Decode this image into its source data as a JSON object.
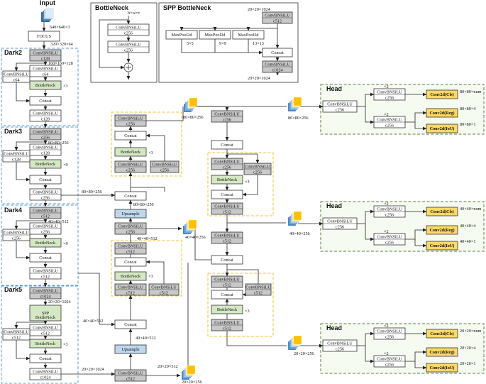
{
  "input": {
    "label": "Input",
    "dims": "640×640×3"
  },
  "focus": {
    "label": "FOCUS",
    "dims": "320×320×64"
  },
  "block_labels": {
    "cbs": "ConvBNSiLU",
    "bottleneck": "BottleNeck",
    "concat": "Concat",
    "upsample": "Upsample",
    "spp": "SPP",
    "maxpool": "MaxPool2d",
    "head_conv_cls": "Conv2d(Cls)",
    "head_conv_reg": "Conv2d(Reg)",
    "head_conv_iou": "Conv2d(IoU)"
  },
  "channels": {
    "c64": "c64",
    "c128": "c128",
    "c256": "c256",
    "c512": "c512",
    "c1024": "c1024"
  },
  "repeats": {
    "x3": "×3",
    "x9": "×9"
  },
  "titles": {
    "dark2": "Dark2",
    "dark3": "Dark3",
    "dark4": "Dark4",
    "dark5": "Dark5",
    "bottleneck_legend": "BottleNeck",
    "spp_legend": "SPP BottleNeck",
    "head": "Head"
  },
  "bottleneck_legend": {
    "dims": "h×w×c"
  },
  "spp_legend": {
    "in_dims": "20×20×1024",
    "out_dims": "20×20×1024",
    "k5": "5×5",
    "k9": "9×9",
    "k13": "13×13"
  },
  "dims": {
    "d160": "160×160×128",
    "d80": "80×80×256",
    "d40": "40×40×512",
    "d20": "20×20×1024",
    "f80": "80×80×256",
    "f40": "40×40×256",
    "f20": "20×20×256",
    "p40_512": "40×40×512",
    "p20_512": "20×20×512"
  },
  "heads": [
    {
      "cls": "80×80×num",
      "reg": "80×80×4",
      "iou": "80×80×1",
      "rep": "×2"
    },
    {
      "cls": "40×40×num",
      "reg": "40×40×4",
      "iou": "40×40×1",
      "rep": "×2"
    },
    {
      "cls": "20×20×num",
      "reg": "20×20×4",
      "iou": "20×20×1",
      "rep": "×2"
    }
  ],
  "colors": {
    "cbs_fill": "#c9c9c9",
    "bottleneck_fill": "#d5e8c4",
    "upsample_fill": "#bdd7ee",
    "head_conv_fill": "#ffd966",
    "dark_border": "#5b9bd5",
    "neck_border": "#f0c030",
    "head_border": "#548235",
    "head_bg": "#f6fbf2"
  }
}
